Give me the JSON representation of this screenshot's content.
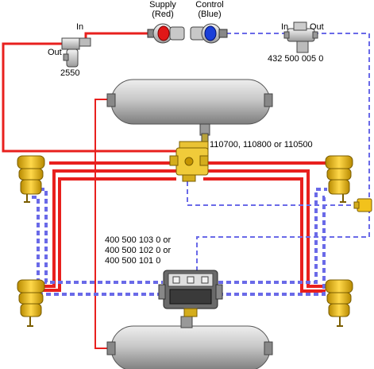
{
  "labels": {
    "supply": "Supply",
    "supply_color": "(Red)",
    "control": "Control",
    "control_color": "(Blue)",
    "in_left": "In",
    "out_left": "Out",
    "part_2550": "2550",
    "in_right": "In",
    "out_right": "Out",
    "part_432": "432 500 005 0",
    "relay_parts": "110700, 110800 or 110500",
    "abs_line1": "400 500 103 0 or",
    "abs_line2": "400 500 102 0 or",
    "abs_line3": "400 500 101 0"
  },
  "colors": {
    "supply_line": "#e8201e",
    "control_line": "#6a6ae8",
    "tank": "#c9c9c9",
    "chamber": "#f2c21c",
    "valve_brass": "#e9c233"
  },
  "icons": {
    "gladhand_supply": "gladhand-red-icon",
    "gladhand_control": "gladhand-blue-icon",
    "check_valve": "check-valve-icon",
    "filter_valve": "inline-filter-icon",
    "relay_valve": "relay-valve-icon",
    "abs_modulator": "abs-modulator-icon",
    "air_tank": "air-tank-icon",
    "brake_chamber": "brake-chamber-icon",
    "abs_connector": "abs-connector-icon"
  }
}
